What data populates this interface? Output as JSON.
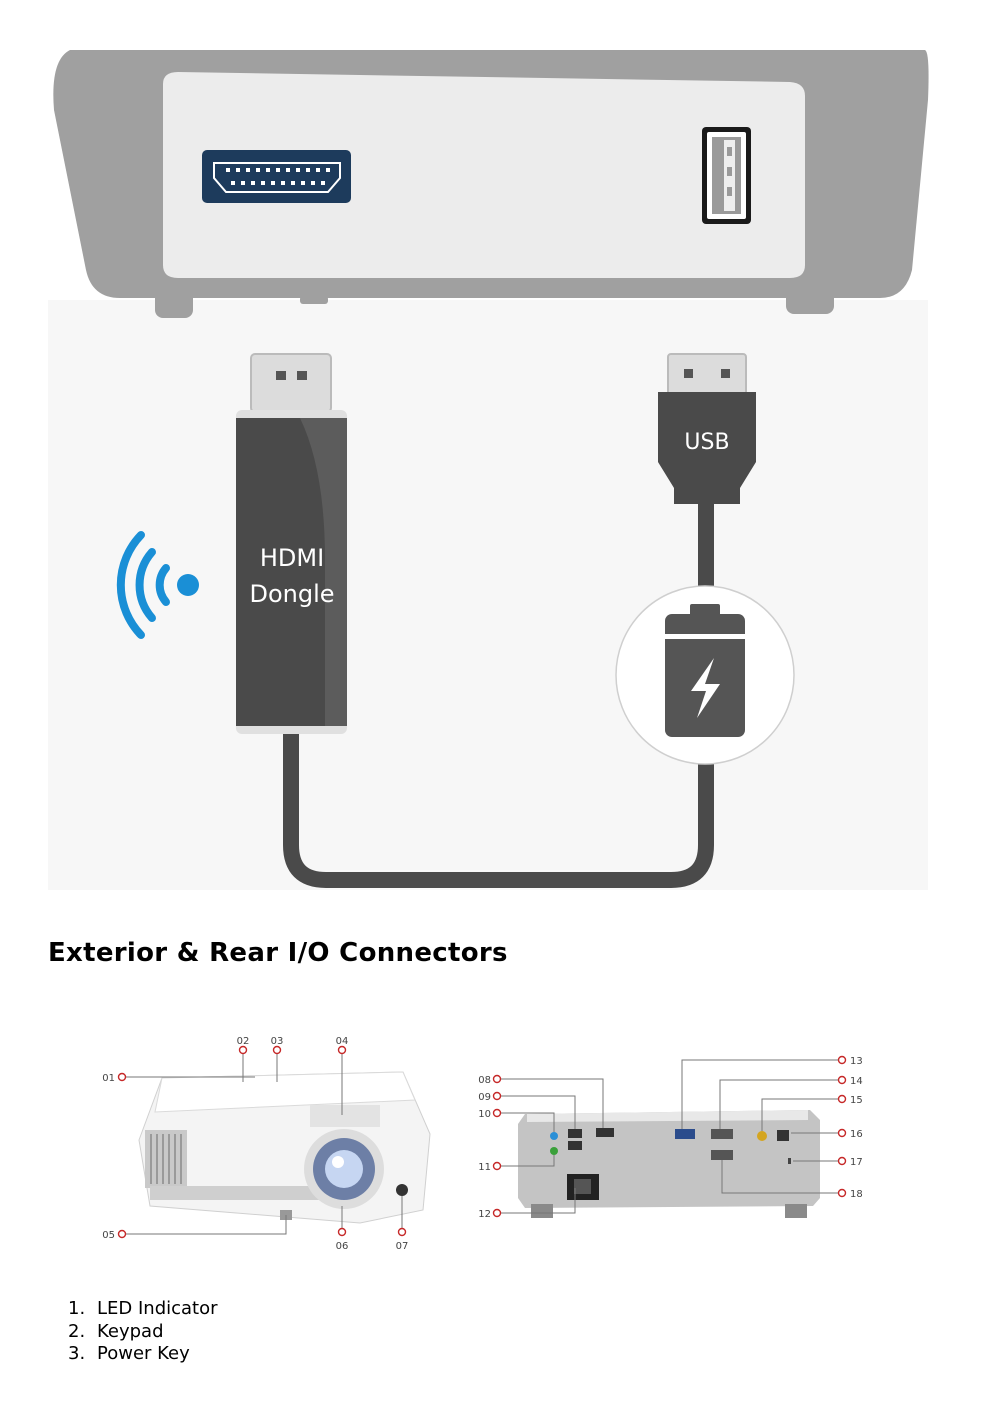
{
  "hero": {
    "dongle_label_line1": "HDMI",
    "dongle_label_line2": "Dongle",
    "usb_label": "USB",
    "icons": [
      "hdmi-port-icon",
      "usb-port-icon",
      "wireless-signal-icon",
      "battery-charging-icon"
    ],
    "colors": {
      "wireless": "#1a8fd6",
      "cable": "#4a4a4a",
      "chassis": "#a0a0a0",
      "panel": "#ececec",
      "hdmi_port": "#1d3b5c"
    }
  },
  "section_title": "Exterior & Rear I/O Connectors",
  "front_callouts": [
    "01",
    "02",
    "03",
    "04",
    "05",
    "06",
    "07"
  ],
  "rear_callouts": [
    "08",
    "09",
    "10",
    "11",
    "12",
    "13",
    "14",
    "15",
    "16",
    "17",
    "18"
  ],
  "colors": {
    "callout_marker": "#c62828"
  },
  "legend": [
    {
      "num": "1.",
      "label": "LED Indicator"
    },
    {
      "num": "2.",
      "label": "Keypad"
    },
    {
      "num": "3.",
      "label": "Power Key"
    }
  ]
}
